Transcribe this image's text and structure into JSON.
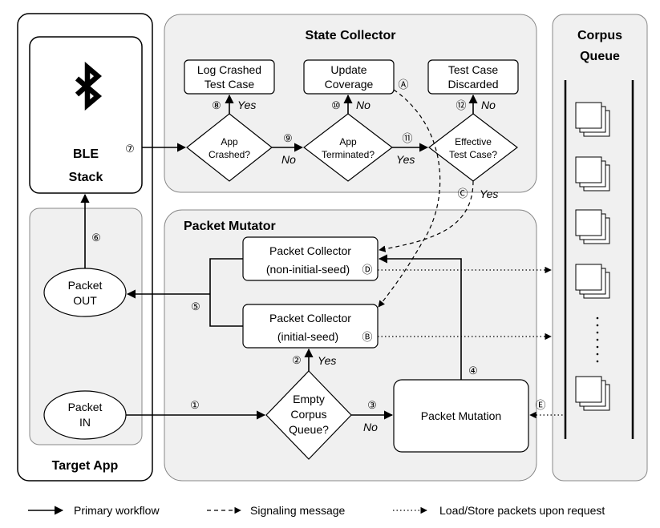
{
  "target_app": {
    "title": "Target App",
    "ble_stack": [
      "BLE",
      "Stack"
    ],
    "packet_out": [
      "Packet",
      "OUT"
    ],
    "packet_in": [
      "Packet",
      "IN"
    ]
  },
  "state_collector": {
    "title": "State Collector",
    "log_crashed": [
      "Log Crashed",
      "Test Case"
    ],
    "update_coverage": [
      "Update",
      "Coverage"
    ],
    "test_case_discarded": [
      "Test Case",
      "Discarded"
    ],
    "app_crashed": [
      "App",
      "Crashed?"
    ],
    "app_terminated": [
      "App",
      "Terminated?"
    ],
    "effective_test_case": [
      "Effective",
      "Test Case?"
    ]
  },
  "packet_mutator": {
    "title": "Packet Mutator",
    "collector_non_initial": [
      "Packet Collector",
      "(non-initial-seed)"
    ],
    "collector_initial": [
      "Packet Collector",
      "(initial-seed)"
    ],
    "empty_corpus": [
      "Empty",
      "Corpus",
      "Queue?"
    ],
    "packet_mutation": "Packet Mutation"
  },
  "corpus_queue": {
    "title": [
      "Corpus",
      "Queue"
    ]
  },
  "step_markers": {
    "s1": "①",
    "s2": "②",
    "s3": "③",
    "s4": "④",
    "s5": "⑤",
    "s6": "⑥",
    "s7": "⑦",
    "s8": "⑧",
    "s9": "⑨",
    "s10": "⑩",
    "s11": "⑪",
    "s12": "⑫",
    "sA": "Ⓐ",
    "sB": "Ⓑ",
    "sC": "Ⓒ",
    "sD": "Ⓓ",
    "sE": "Ⓔ"
  },
  "edge_labels": {
    "yes": "Yes",
    "no": "No"
  },
  "legend": {
    "primary": "Primary workflow",
    "signaling": "Signaling message",
    "load_store": "Load/Store packets upon request"
  },
  "icons": {
    "ble": "bluetooth-icon"
  }
}
